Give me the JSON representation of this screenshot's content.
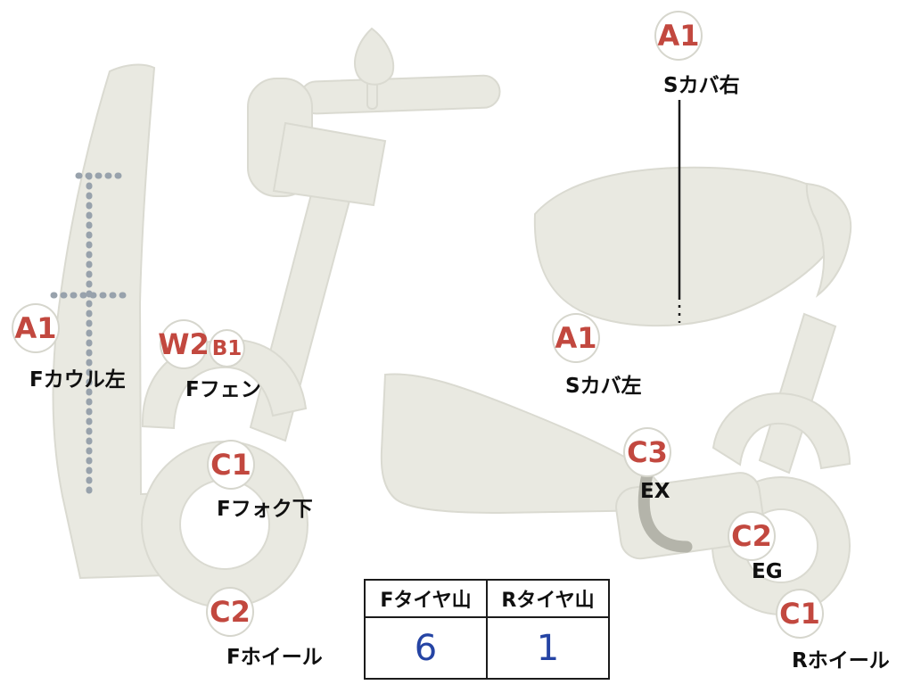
{
  "diagram": {
    "markers": [
      {
        "id": "s-cover-right",
        "code": "A1",
        "label": "Sカバ右"
      },
      {
        "id": "f-cowl-left",
        "code": "A1",
        "label": "Fカウル左"
      },
      {
        "id": "f-fender",
        "code": "W2",
        "sub_code": "B1",
        "label": "Fフェン"
      },
      {
        "id": "f-fork-lower",
        "code": "C1",
        "label": "Fフォク下"
      },
      {
        "id": "f-wheel",
        "code": "C2",
        "label": "Fホイール"
      },
      {
        "id": "s-cover-left",
        "code": "A1",
        "label": "Sカバ左"
      },
      {
        "id": "exhaust",
        "code": "C3",
        "label": "EX"
      },
      {
        "id": "engine",
        "code": "C2",
        "label": "EG"
      },
      {
        "id": "r-wheel",
        "code": "C1",
        "label": "Rホイール"
      }
    ],
    "colors": {
      "marker_text": "#c2483f",
      "body_fill": "#e9e9e1",
      "value_text": "#2544a4"
    }
  },
  "tire_table": {
    "columns": [
      {
        "header": "Fタイヤ山",
        "value": "6"
      },
      {
        "header": "Rタイヤ山",
        "value": "1"
      }
    ]
  }
}
